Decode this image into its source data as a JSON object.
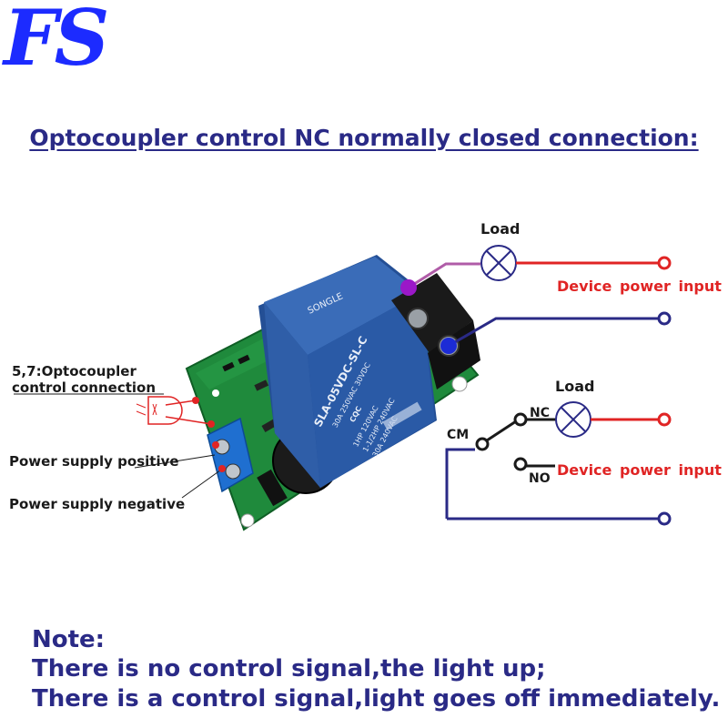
{
  "logo": {
    "text": "FS"
  },
  "title": "Optocoupler control NC normally closed connection:",
  "labels": {
    "load_top": "Load",
    "device_power_top": "Device power input",
    "load_right": "Load",
    "nc": "NC",
    "cm": "CM",
    "no": "NO",
    "device_power_right": "Device power input",
    "opto_line1": "5,7:Optocoupler",
    "opto_line2": "control connection",
    "supply_positive": "Power supply positive",
    "supply_negative": "Power supply negative"
  },
  "relay": {
    "brand": "SONGLE",
    "model": "SLA-05VDC-SL-C",
    "rating1": "30A 250VAC 30VDC",
    "rating2": "1HP 120VAC",
    "rating3": "1-1/2HP 240VAC",
    "rating4": "30A 240VAC",
    "cert": "CQC"
  },
  "note": {
    "heading": "Note:",
    "line1": "There is no control signal,the light up;",
    "line2": "There is a control signal,light goes off immediately."
  },
  "colors": {
    "heading": "#2a2a86",
    "wire_red": "#e02424",
    "wire_blue": "#2a2a86",
    "wire_purple": "#b05ca8",
    "pcb_green": "#1f8a3c",
    "relay_blue": "#2f5ea8",
    "logo_blue": "#1c2bff"
  }
}
